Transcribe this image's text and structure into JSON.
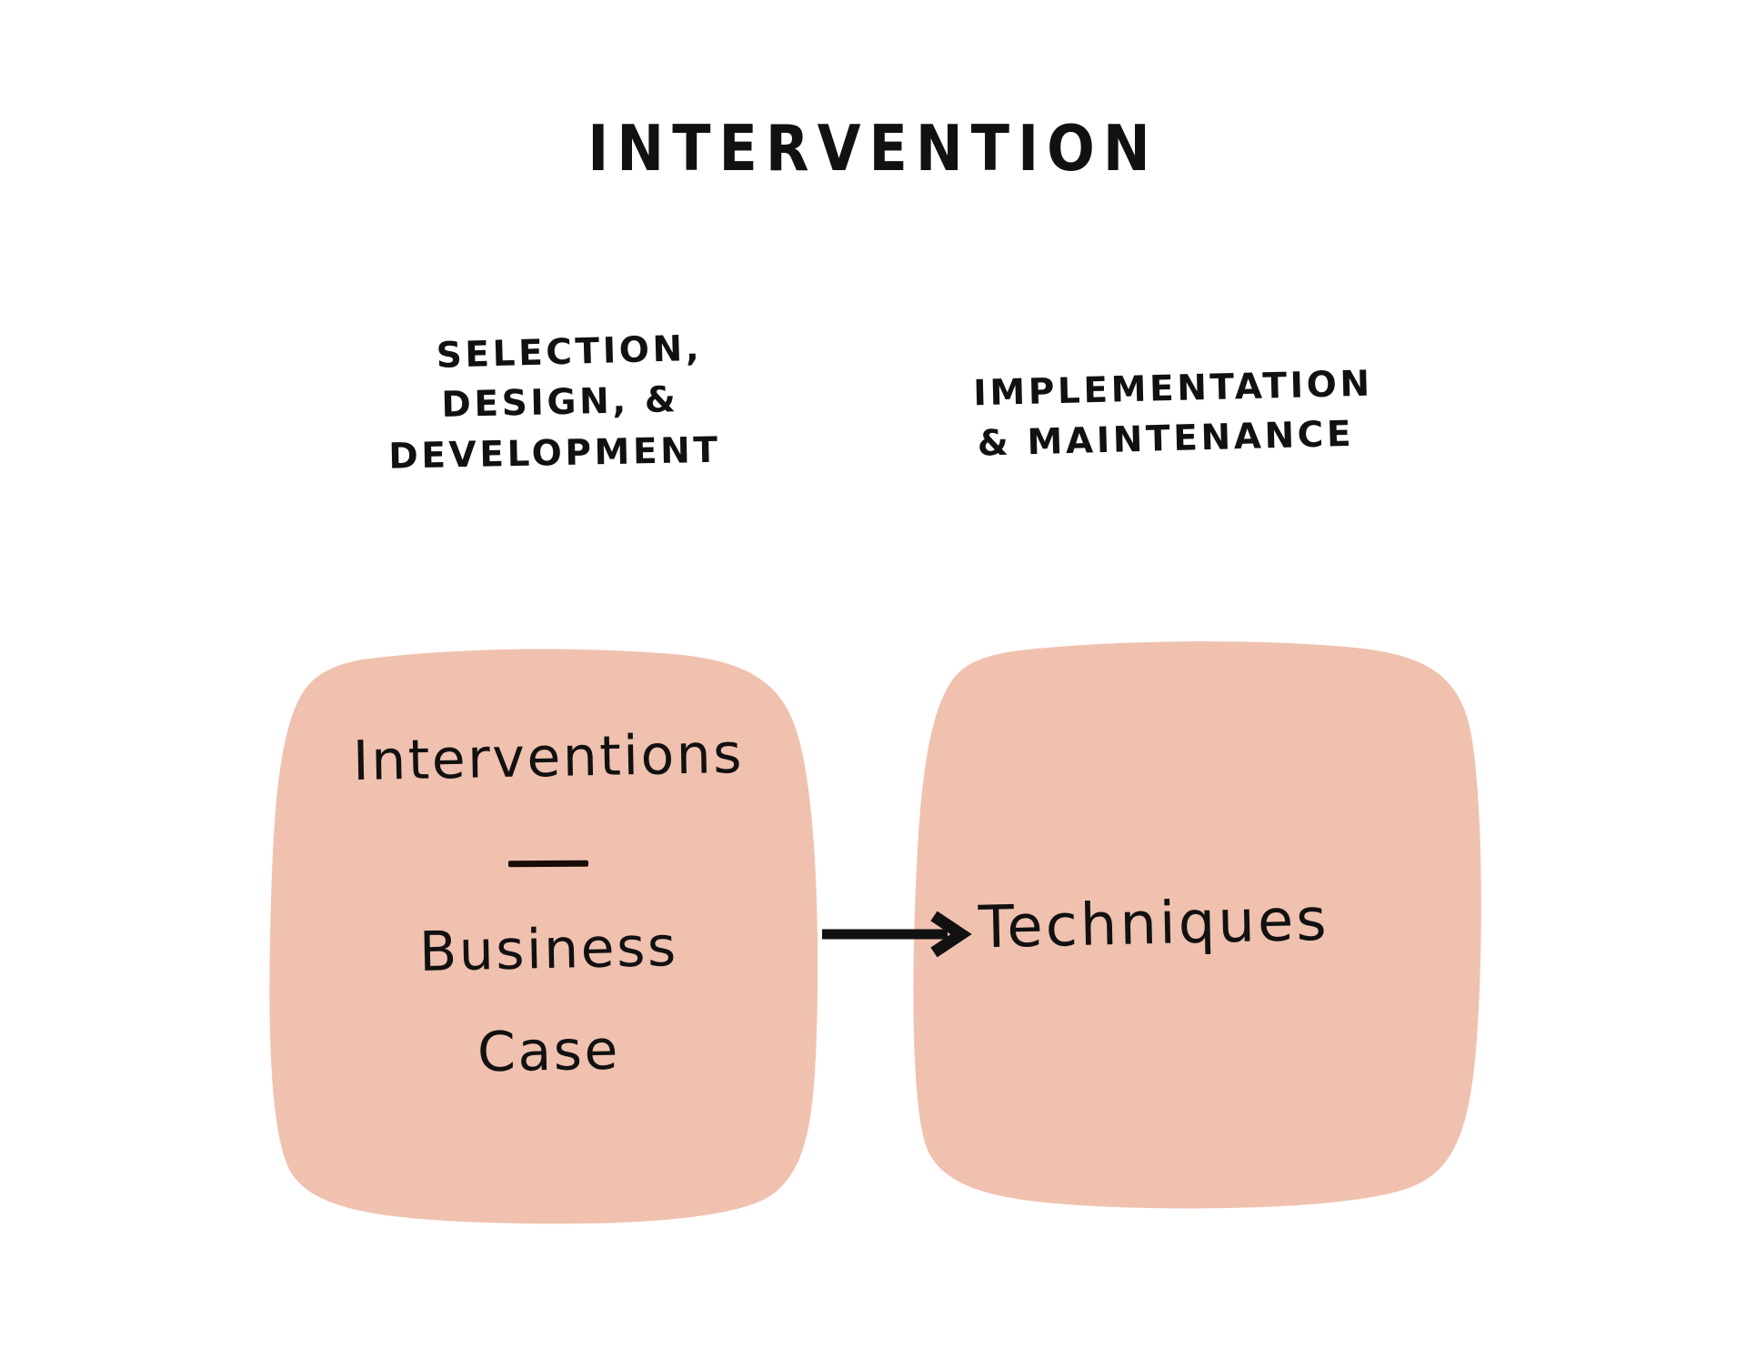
{
  "page": {
    "background_color": "#ffffff",
    "title": "INTERVENTION"
  },
  "phases": [
    {
      "id": "selection-design-development",
      "lines": [
        "SELECTION,",
        "DESIGN, &",
        "DEVELOPMENT"
      ]
    },
    {
      "id": "implementation-maintenance",
      "lines": [
        "IMPLEMENTATION",
        "& MAINTENANCE"
      ]
    }
  ],
  "boxes": [
    {
      "id": "interventions-business-case",
      "fill_color": "#f0c1af",
      "title": "Interventions",
      "divider": "—",
      "subtitle_line_1": "Business",
      "subtitle_line_2": "Case"
    },
    {
      "id": "techniques",
      "fill_color": "#f0c1af",
      "title": "Techniques"
    }
  ],
  "connector": {
    "id": "interventions-to-techniques",
    "icon": "arrow-right-icon",
    "color": "#111111",
    "from": "Interventions / Business Case",
    "to": "Techniques"
  },
  "diagram_data": {
    "type": "flow",
    "title": "INTERVENTION",
    "nodes": [
      {
        "id": "n1",
        "label": "Interventions — Business Case",
        "phase": "SELECTION, DESIGN, & DEVELOPMENT"
      },
      {
        "id": "n2",
        "label": "Techniques",
        "phase": "IMPLEMENTATION & MAINTENANCE"
      }
    ],
    "edges": [
      {
        "from": "n1",
        "to": "n2",
        "style": "solid-arrow"
      }
    ]
  }
}
